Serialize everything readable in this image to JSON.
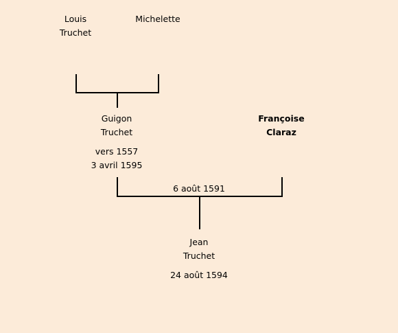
{
  "family_tree": {
    "grandparents": {
      "father": {
        "name_line1": "Louis",
        "name_line2": "Truchet"
      },
      "mother": {
        "name_line1": "Michelette"
      }
    },
    "parents": {
      "father": {
        "name_line1": "Guigon",
        "name_line2": "Truchet",
        "birth": "vers 1557",
        "death": "3 avril 1595"
      },
      "mother": {
        "name_line1": "Françoise",
        "name_line2": "Claraz",
        "emphasized": true
      },
      "marriage_date": "6 août 1591"
    },
    "child": {
      "name_line1": "Jean",
      "name_line2": "Truchet",
      "birth": "24 août 1594"
    }
  }
}
